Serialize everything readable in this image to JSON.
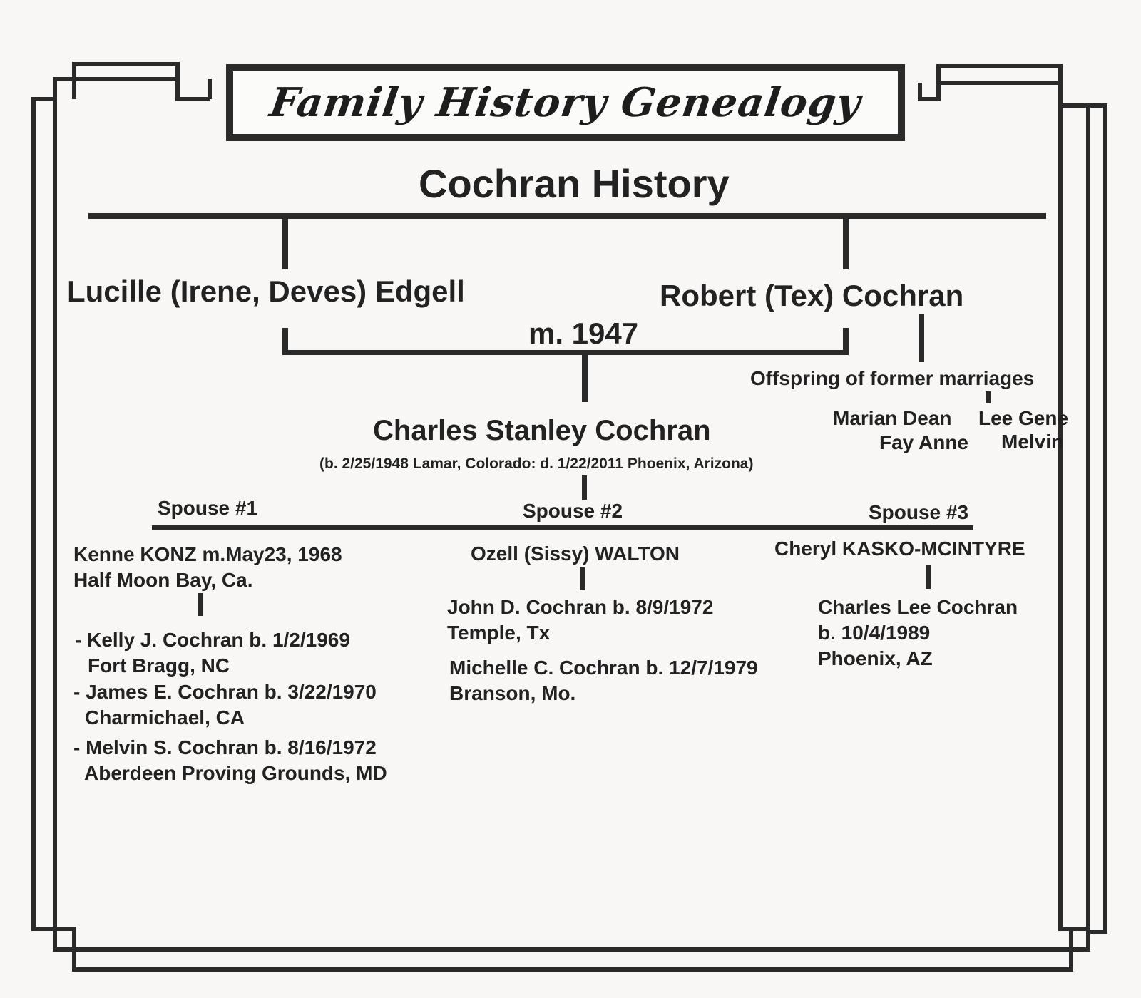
{
  "banner": {
    "title": "Family History Genealogy"
  },
  "heading": "Cochran History",
  "parents": {
    "mother": "Lucille (Irene, Deves) Edgell",
    "father": "Robert (Tex) Cochran",
    "marriage": "m. 1947"
  },
  "former": {
    "label": "Offspring of former marriages",
    "name1a": "Marian Dean",
    "name1b": "Fay Anne",
    "name2a": "Lee Gene",
    "name2b": "Melvin"
  },
  "subject": {
    "name": "Charles Stanley Cochran",
    "dates": "(b. 2/25/1948 Lamar, Colorado: d. 1/22/2011 Phoenix, Arizona)"
  },
  "spouses": [
    {
      "label": "Spouse #1",
      "line1": "Kenne KONZ m.May23, 1968",
      "line2": "Half Moon Bay, Ca.",
      "children": [
        {
          "l1": "- Kelly J. Cochran b. 1/2/1969",
          "l2": "Fort Bragg, NC"
        },
        {
          "l1": "- James E. Cochran b. 3/22/1970",
          "l2": "Charmichael, CA"
        },
        {
          "l1": "- Melvin S. Cochran b. 8/16/1972",
          "l2": "Aberdeen Proving Grounds, MD"
        }
      ]
    },
    {
      "label": "Spouse #2",
      "line1": "Ozell (Sissy) WALTON",
      "children": [
        {
          "l1": "John D. Cochran b. 8/9/1972",
          "l2": "Temple, Tx"
        },
        {
          "l1": "Michelle C. Cochran b. 12/7/1979",
          "l2": "Branson, Mo."
        }
      ]
    },
    {
      "label": "Spouse #3",
      "line1": "Cheryl KASKO-MCINTYRE",
      "children": [
        {
          "l1": "Charles Lee Cochran",
          "l2": "b. 10/4/1989",
          "l3": "Phoenix, AZ"
        }
      ]
    }
  ]
}
